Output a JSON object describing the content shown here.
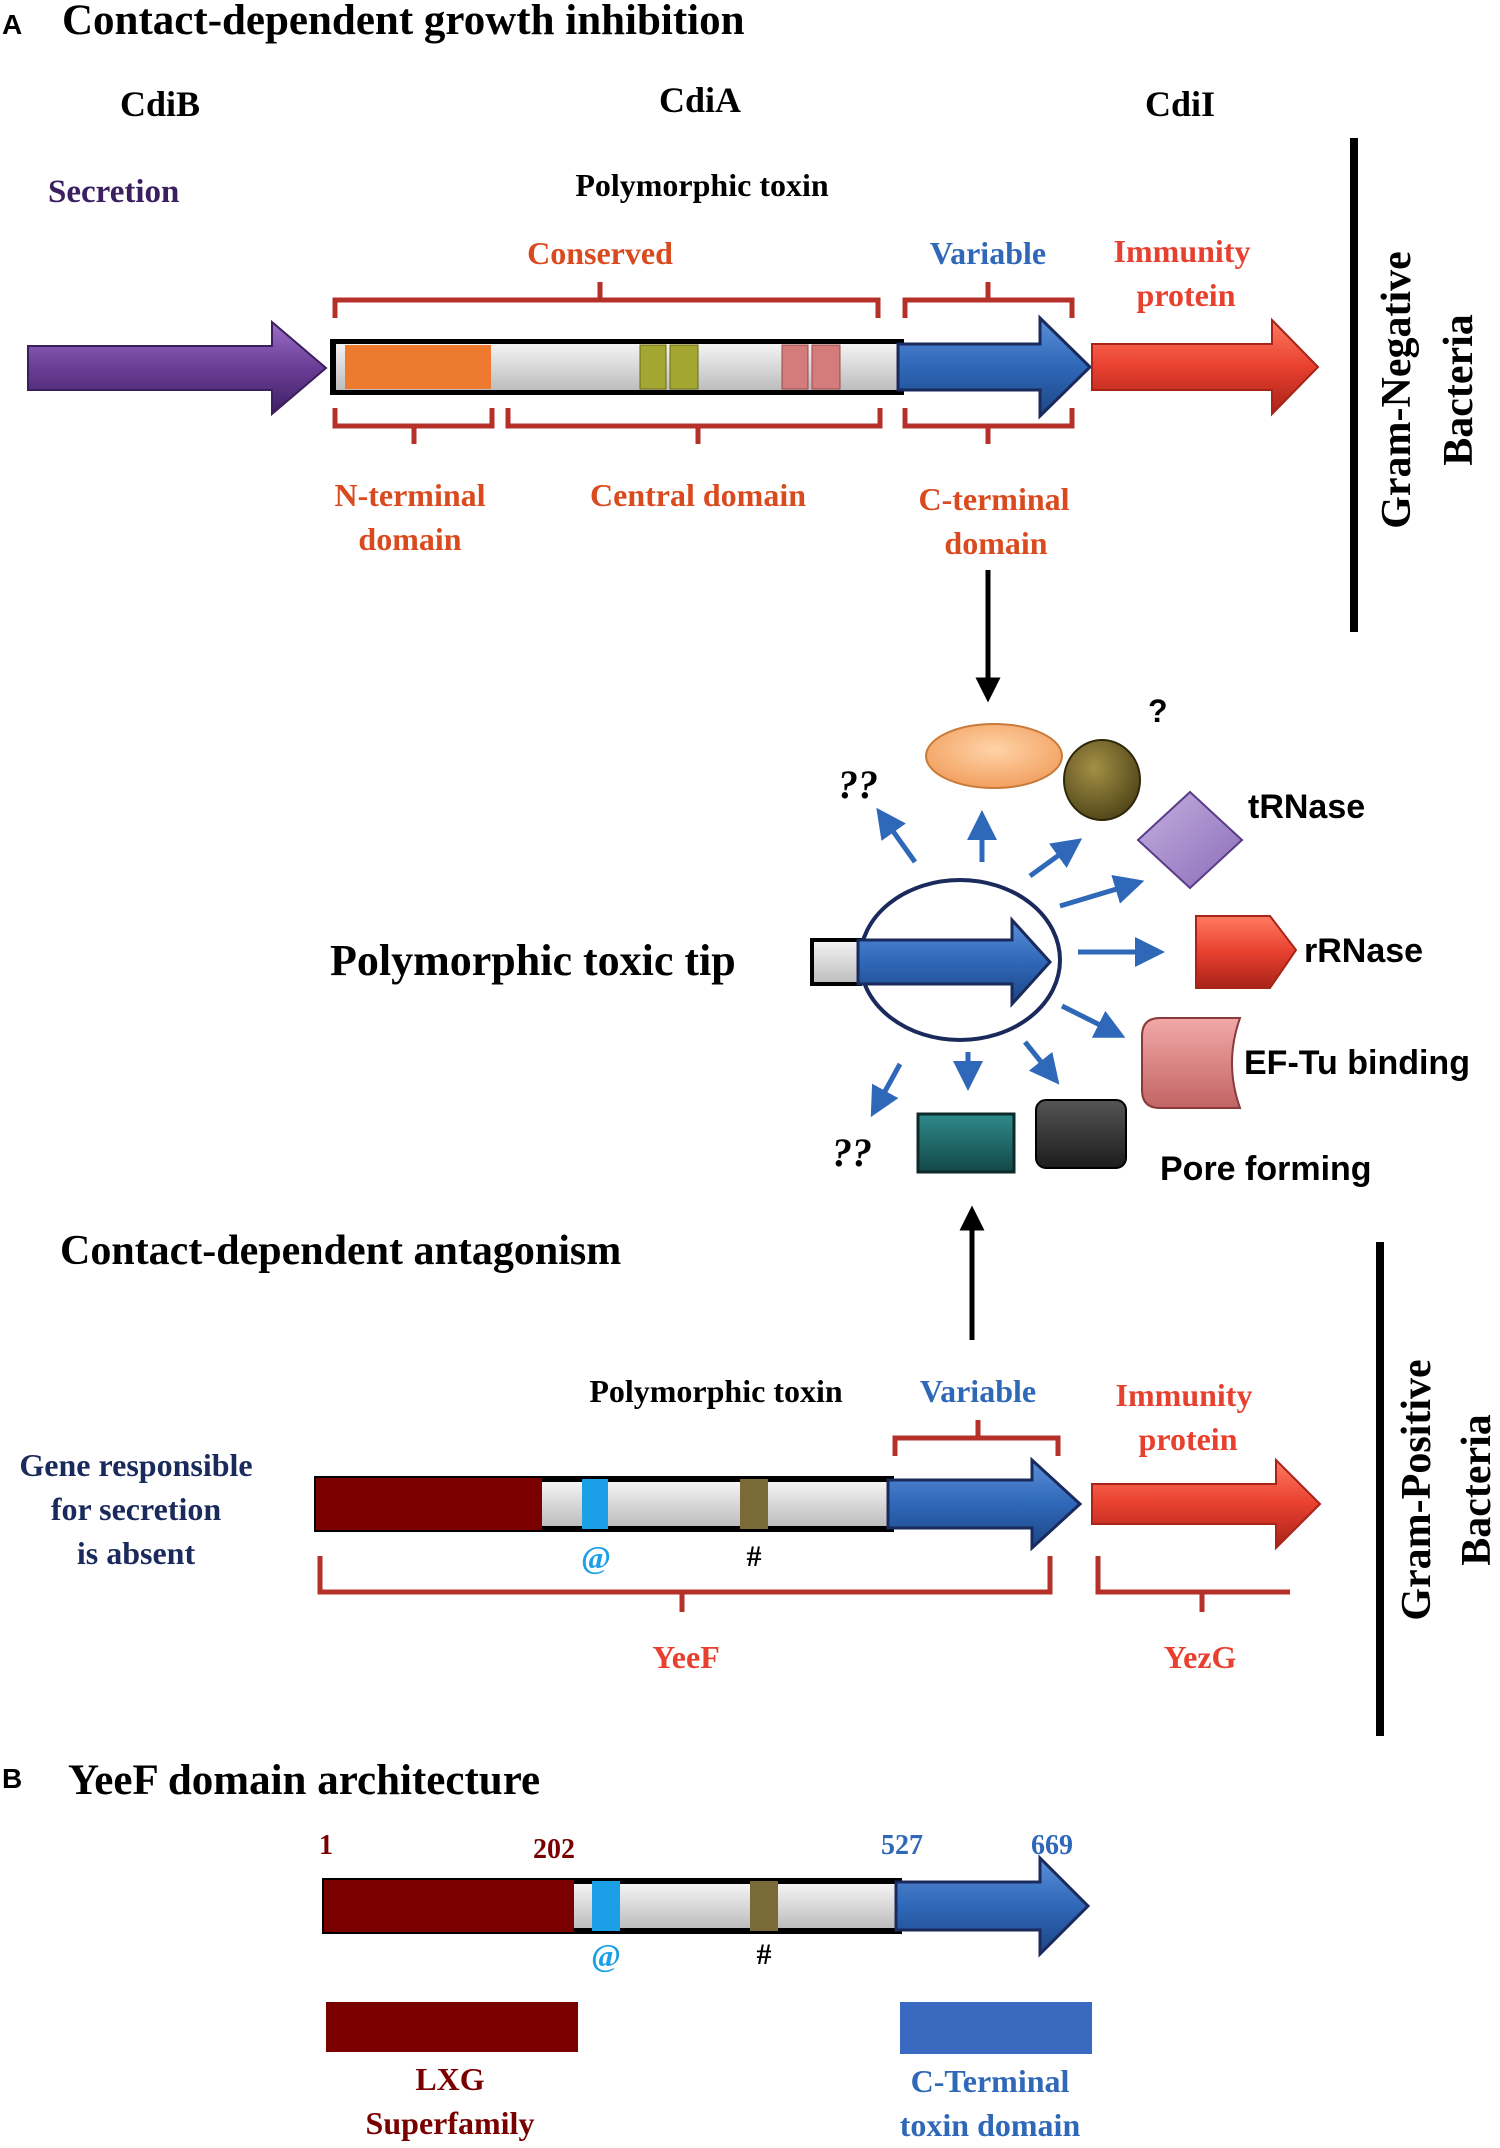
{
  "colors": {
    "purple": "#6a3d95",
    "orange": "#ee7a30",
    "olive": "#a3a630",
    "pink": "#d47b7b",
    "blue": "#2f68b8",
    "red": "#e8402f",
    "brace": "#b6302a",
    "label_red": "#d94a1e",
    "label_blue": "#2f68b8",
    "dark_red": "#7a0000",
    "cyan": "#1ba0e8",
    "khaki": "#7a6a38",
    "teal": "#1f6868",
    "navy": "#1a2a5c"
  },
  "panel_a": {
    "letter": "A",
    "title": "Contact-dependent growth inhibition",
    "gene_cdib": "CdiB",
    "gene_cdia": "CdiA",
    "gene_cdii": "CdiI",
    "secretion": "Secretion",
    "polymorphic_toxin": "Polymorphic toxin",
    "conserved": "Conserved",
    "variable": "Variable",
    "immunity_line1": "Immunity",
    "immunity_line2": "protein",
    "n_terminal_line1": "N-terminal",
    "n_terminal_line2": "domain",
    "central_domain": "Central domain",
    "c_terminal_line1": "C-terminal",
    "c_terminal_line2": "domain",
    "gram_negative_line1": "Gram-Negative",
    "gram_negative_line2": "Bacteria"
  },
  "tip": {
    "label": "Polymorphic toxic tip",
    "q_single": "?",
    "q_double_top": "??",
    "q_double_bottom": "??",
    "trnase": "tRNase",
    "rrnase": "rRNase",
    "eftu": "EF-Tu binding",
    "pore": "Pore forming"
  },
  "antagonism": {
    "title": "Contact-dependent antagonism",
    "polymorphic_toxin": "Polymorphic toxin",
    "variable": "Variable",
    "immunity_line1": "Immunity",
    "immunity_line2": "protein",
    "gene_line1": "Gene responsible",
    "gene_line2": "for secretion",
    "gene_line3": "is absent",
    "at_symbol": "@",
    "hash_symbol": "#",
    "yeef": "YeeF",
    "yezg": "YezG",
    "gram_positive_line1": "Gram-Positive",
    "gram_positive_line2": "Bacteria"
  },
  "panel_b": {
    "letter": "B",
    "title": "YeeF domain architecture",
    "pos_1": "1",
    "pos_202": "202",
    "pos_527": "527",
    "pos_669": "669",
    "at_symbol": "@",
    "hash_symbol": "#",
    "lxg_line1": "LXG",
    "lxg_line2": "Superfamily",
    "cterm_line1": "C-Terminal",
    "cterm_line2": "toxin domain"
  }
}
